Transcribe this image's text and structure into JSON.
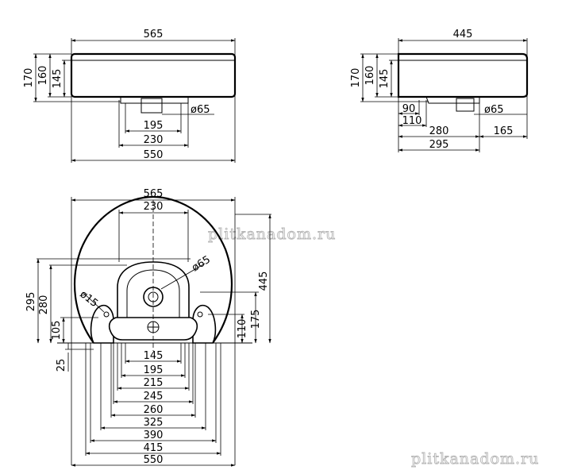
{
  "watermarks": {
    "center": "plitkanadom.ru",
    "corner": "plitkanadom.ru"
  },
  "front_view": {
    "width_top": "565",
    "height_170": "170",
    "height_160": "160",
    "height_145": "145",
    "drain_dia": "ø65",
    "w195": "195",
    "w230": "230",
    "w550": "550"
  },
  "side_view": {
    "depth_445": "445",
    "height_170": "170",
    "height_160": "160",
    "height_145": "145",
    "d90": "90",
    "d110": "110",
    "drain_dia": "ø65",
    "d280": "280",
    "d165": "165",
    "d295": "295"
  },
  "rear_view": {
    "w565": "565",
    "w230": "230",
    "drain_dia": "ø65",
    "hole_dia": "ø15",
    "d445": "445",
    "h295": "295",
    "h280": "280",
    "h175": "175",
    "h105": "105",
    "h110": "110",
    "h25": "25",
    "w145": "145",
    "w195": "195",
    "w215": "215",
    "w245": "245",
    "w260": "260",
    "w325": "325",
    "w390": "390",
    "w415": "415",
    "w550": "550"
  }
}
